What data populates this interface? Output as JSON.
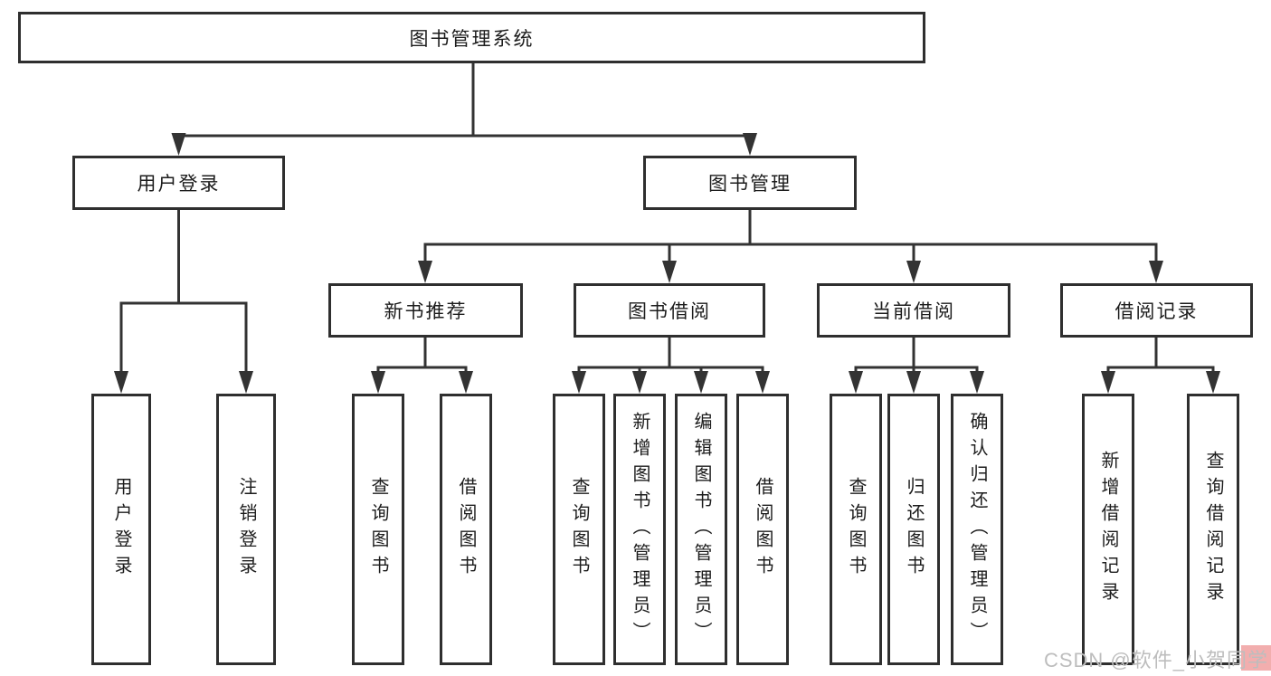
{
  "diagram": {
    "title": "图书管理系统",
    "tree": {
      "root": {
        "label": "图书管理系统"
      },
      "children": [
        {
          "label": "用户登录",
          "children": [
            {
              "label": "用户登录"
            },
            {
              "label": "注销登录"
            }
          ]
        },
        {
          "label": "图书管理",
          "children": [
            {
              "label": "新书推荐",
              "children": [
                {
                  "label": "查询图书"
                },
                {
                  "label": "借阅图书"
                }
              ]
            },
            {
              "label": "图书借阅",
              "children": [
                {
                  "label": "查询图书"
                },
                {
                  "label": "新增图书（管理员）"
                },
                {
                  "label": "编辑图书（管理员）"
                },
                {
                  "label": "借阅图书"
                }
              ]
            },
            {
              "label": "当前借阅",
              "children": [
                {
                  "label": "查询图书"
                },
                {
                  "label": "归还图书"
                },
                {
                  "label": "确认归还（管理员）"
                }
              ]
            },
            {
              "label": "借阅记录",
              "children": [
                {
                  "label": "新增借阅记录"
                },
                {
                  "label": "查询借阅记录"
                }
              ]
            }
          ]
        }
      ]
    },
    "colors": {
      "line": "#333333",
      "text": "#1c1c1c",
      "box_fill": "#ffffff",
      "watermark_text": "#bdbdbd",
      "watermark_highlight": "#f2aeae"
    }
  },
  "watermark": {
    "text": "CSDN @软件_小贺同学"
  }
}
